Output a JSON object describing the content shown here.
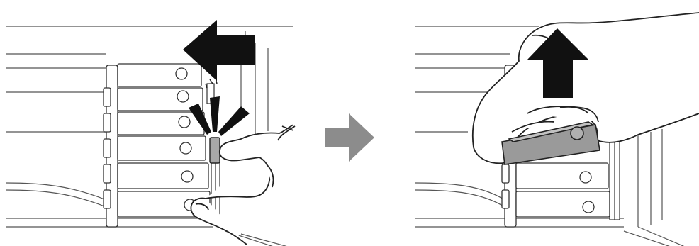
{
  "figure": {
    "steps": [
      {
        "action": "press-tab-and-slide-left",
        "direction": "left",
        "icon": "left-arrow-icon"
      },
      {
        "action": "lift-cartridge-up",
        "direction": "up",
        "icon": "up-arrow-icon"
      }
    ],
    "transition_icon": "right-arrow-icon",
    "colors": {
      "line": "#222222",
      "line_light": "#8a8a8a",
      "arrow": "#111111",
      "transition_arrow": "#8c8c8c",
      "cartridge_fill": "#9a9a9a",
      "tab_fill": "#a8a8a8",
      "hand_fill": "#ffffff",
      "background": "#ffffff"
    }
  }
}
